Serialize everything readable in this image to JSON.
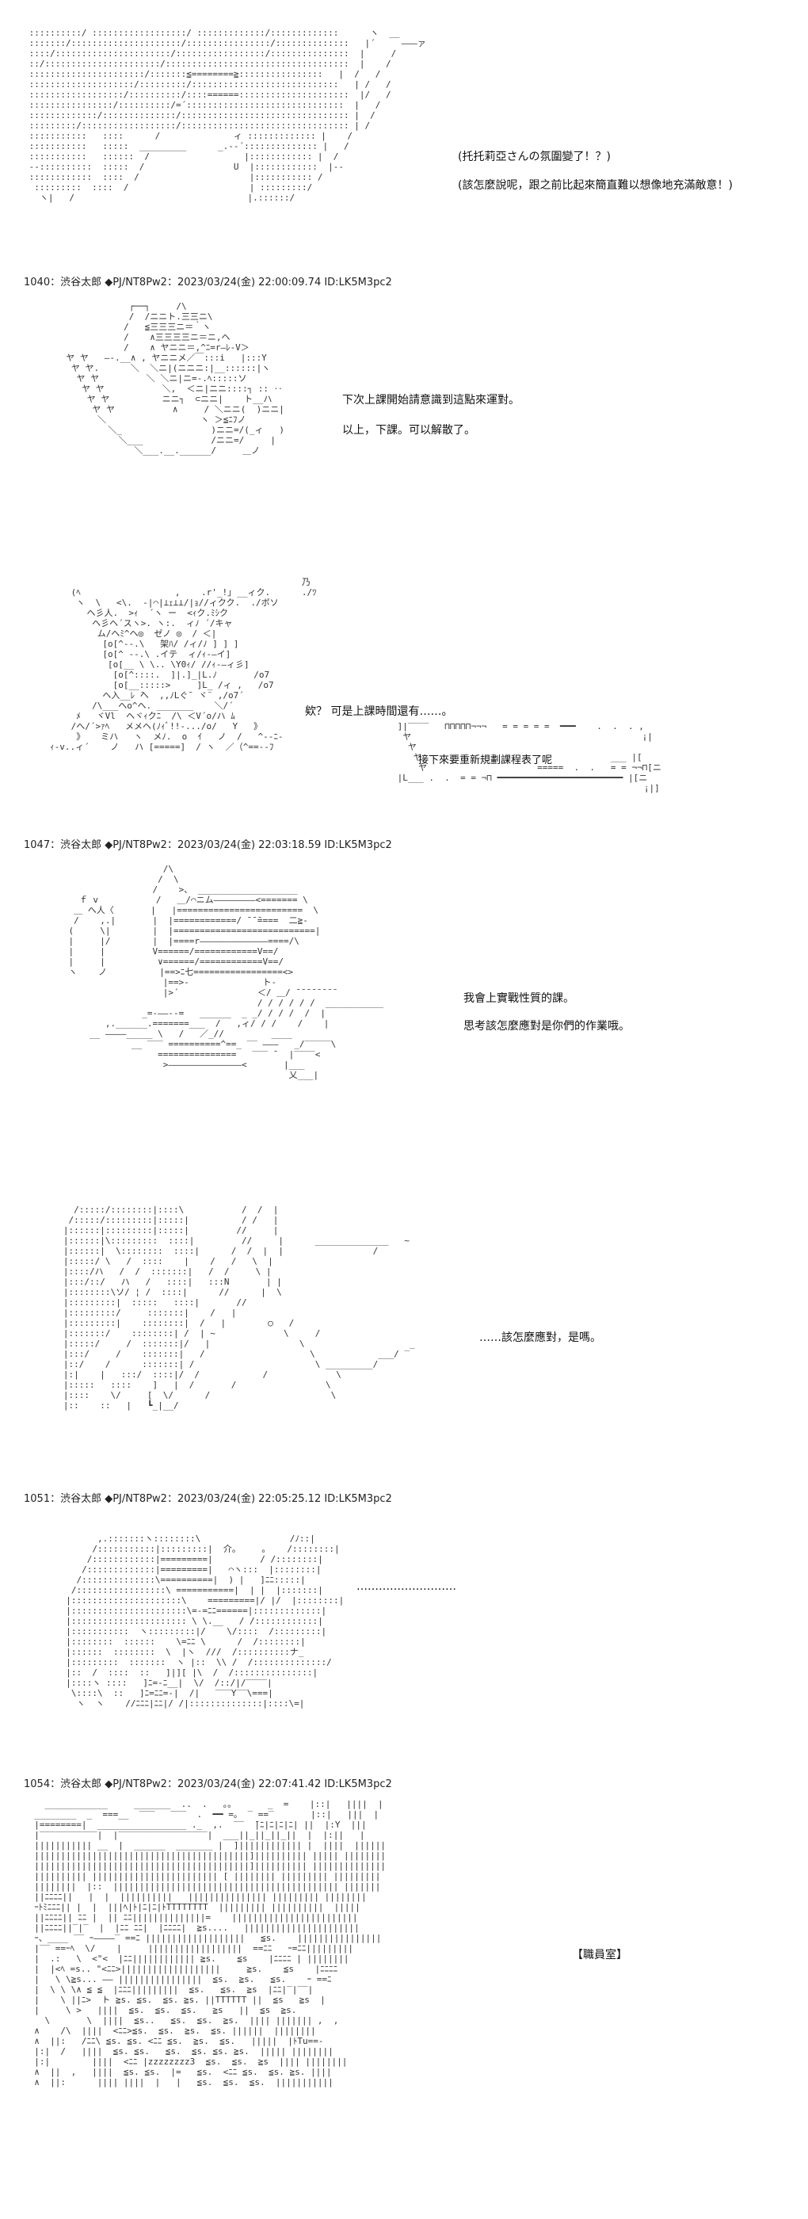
{
  "posts": [
    {
      "header": "1040：渋谷太郎 ◆PJ/NT8Pw2：2023/03/24(金) 22:00:09.74 ID:LK5M3pc2"
    },
    {
      "header": "1047：渋谷太郎 ◆PJ/NT8Pw2：2023/03/24(金) 22:03:18.59 ID:LK5M3pc2"
    },
    {
      "header": "1051：渋谷太郎 ◆PJ/NT8Pw2：2023/03/24(金) 22:05:25.12 ID:LK5M3pc2"
    },
    {
      "header": "1054：渋谷太郎 ◆PJ/NT8Pw2：2023/03/24(金) 22:07:41.42 ID:LK5M3pc2"
    }
  ],
  "panels": {
    "p1": {
      "line1": "(托托莉亞さんの氛圍變了！？)",
      "line2": "(該怎麼說呢，跟之前比起來簡直難以想像地充滿敵意！)"
    },
    "p2": {
      "line1": "下次上課開始請意識到這點來運對。",
      "line2": "以上，下課。可以解散了。"
    },
    "p3": {
      "left": "欸？ 可是上課時間還有……。",
      "right": "接下來要重新規劃課程表了呢"
    },
    "p4": {
      "line1": "我會上實戰性質的課。",
      "line2": "思考該怎麼應對是你們的作業哦。"
    },
    "p5": {
      "line1": "……該怎麼應對，是嗎。"
    },
    "p6": {
      "line1": "………………………"
    },
    "p7": {
      "label": "【職員室】"
    }
  }
}
